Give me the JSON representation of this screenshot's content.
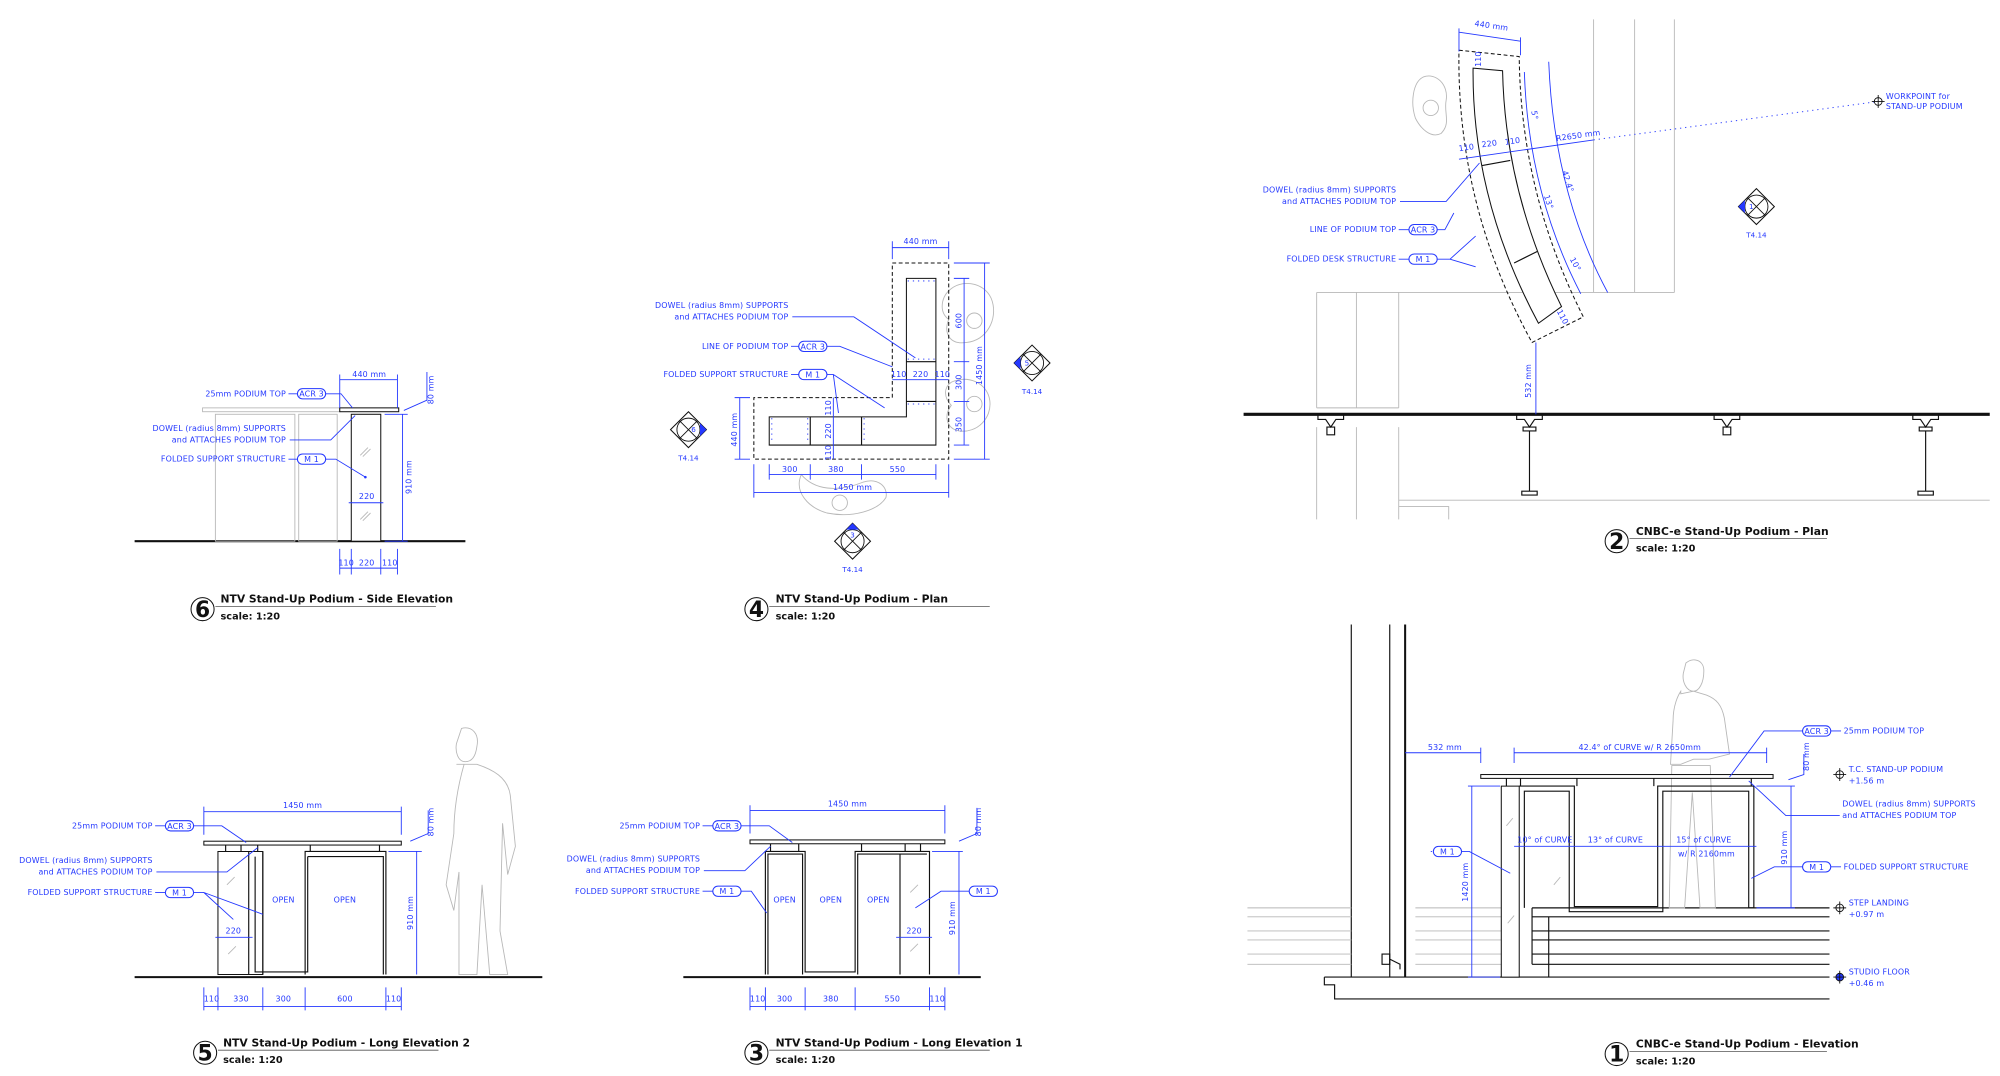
{
  "colors": {
    "annotation": "#2438ff",
    "linework": "#111111",
    "ghost": "#b8b8b8"
  },
  "v6": {
    "number": "6",
    "title": "NTV Stand-Up Podium - Side Elevation",
    "scale": "scale:  1:20",
    "tags": {
      "acr": "ACR 3",
      "m1": "M 1"
    },
    "notes": {
      "top": "25mm PODIUM TOP",
      "dowel1": "DOWEL (radius 8mm) SUPPORTS",
      "dowel2": "and ATTACHES PODIUM TOP",
      "folded": "FOLDED SUPPORT STRUCTURE"
    },
    "dims": {
      "width": "440 mm",
      "height": "910 mm",
      "top": "80 mm",
      "column": "220",
      "b1": "110",
      "b2": "220",
      "b3": "110"
    }
  },
  "v4": {
    "number": "4",
    "title": "NTV Stand-Up Podium - Plan",
    "scale": "scale:  1:20",
    "tags": {
      "acr": "ACR 3",
      "m1": "M 1"
    },
    "notes": {
      "dowel1": "DOWEL (radius 8mm) SUPPORTS",
      "dowel2": "and ATTACHES PODIUM TOP",
      "line": "LINE OF PODIUM TOP",
      "folded": "FOLDED SUPPORT STRUCTURE"
    },
    "dims": {
      "top_width": "440 mm",
      "h1": "110",
      "h2": "220",
      "h3": "110",
      "r1": "600",
      "r_total": "1450 mm",
      "r2": "300",
      "r3": "350",
      "left": "440 mm",
      "v1": "110",
      "v2": "220",
      "v3": "110",
      "b1": "300",
      "b2": "380",
      "b3": "550",
      "b_total": "1450 mm"
    },
    "markers": [
      {
        "id": "6",
        "sheet": "T4.14"
      },
      {
        "id": "5",
        "sheet": "T4.14"
      },
      {
        "id": "3",
        "sheet": "T4.14"
      }
    ]
  },
  "v2": {
    "number": "2",
    "title": "CNBC-e Stand-Up Podium - Plan",
    "scale": "scale:  1:20",
    "tags": {
      "acr": "ACR 3",
      "m1": "M 1"
    },
    "notes": {
      "dowel1": "DOWEL (radius 8mm) SUPPORTS",
      "dowel2": "and ATTACHES PODIUM TOP",
      "line": "LINE OF PODIUM TOP",
      "folded": "FOLDED DESK STRUCTURE",
      "workpoint1": "WORKPOINT for",
      "workpoint2": "STAND-UP PODIUM"
    },
    "dims": {
      "width": "440 mm",
      "radius": "R2650 mm",
      "a1": "110",
      "a2": "220",
      "a3": "110",
      "top": "110",
      "bottom": "110",
      "ang1": "5°",
      "ang_total": "42.4°",
      "ang2": "13°",
      "ang3": "10°",
      "offset": "532 mm"
    },
    "markers": [
      {
        "id": "1",
        "sheet": "T4.14"
      }
    ]
  },
  "v1": {
    "number": "1",
    "title": "CNBC-e Stand-Up Podium - Elevation",
    "scale": "scale:  1:20",
    "tags": {
      "acr": "ACR 3",
      "m1": "M 1"
    },
    "notes": {
      "top": "25mm PODIUM TOP",
      "tc1": "T.C. STAND-UP PODIUM",
      "tc2": "+1.56 m",
      "dowel1": "DOWEL (radius 8mm) SUPPORTS",
      "dowel2": "and ATTACHES PODIUM TOP",
      "folded": "FOLDED SUPPORT STRUCTURE",
      "step1": "STEP LANDING",
      "step2": "+0.97 m",
      "floor1": "STUDIO FLOOR",
      "floor2": "+0.46 m"
    },
    "dims": {
      "offset": "532 mm",
      "curve": "42.4° of CURVE w/ R 2650mm",
      "top": "80 mm",
      "height": "910 mm",
      "total": "1420 mm",
      "c1": "10° of CURVE",
      "c2": "13° of CURVE",
      "c3": "15° of CURVE",
      "c3b": "w/ R 2160mm"
    }
  },
  "v5": {
    "number": "5",
    "title": "NTV Stand-Up Podium - Long Elevation 2",
    "scale": "scale:  1:20",
    "tags": {
      "acr": "ACR 3",
      "m1": "M 1"
    },
    "notes": {
      "top": "25mm PODIUM TOP",
      "dowel1": "DOWEL (radius 8mm) SUPPORTS",
      "dowel2": "and ATTACHES PODIUM TOP",
      "folded": "FOLDED SUPPORT STRUCTURE",
      "open1": "OPEN",
      "open2": "OPEN"
    },
    "dims": {
      "width": "1450 mm",
      "top": "80 mm",
      "height": "910 mm",
      "column": "220",
      "b1": "110",
      "b2": "330",
      "b3": "300",
      "b4": "600",
      "b5": "110"
    }
  },
  "v3": {
    "number": "3",
    "title": "NTV Stand-Up Podium - Long Elevation 1",
    "scale": "scale:  1:20",
    "tags": {
      "acr": "ACR 3",
      "m1": "M 1",
      "m1b": "M 1"
    },
    "notes": {
      "top": "25mm PODIUM TOP",
      "dowel1": "DOWEL (radius 8mm) SUPPORTS",
      "dowel2": "and ATTACHES PODIUM TOP",
      "folded": "FOLDED SUPPORT STRUCTURE",
      "open1": "OPEN",
      "open2": "OPEN",
      "open3": "OPEN"
    },
    "dims": {
      "width": "1450 mm",
      "top": "80 mm",
      "height": "910 mm",
      "column": "220",
      "b1": "110",
      "b2": "300",
      "b3": "380",
      "b4": "550",
      "b5": "110"
    }
  }
}
